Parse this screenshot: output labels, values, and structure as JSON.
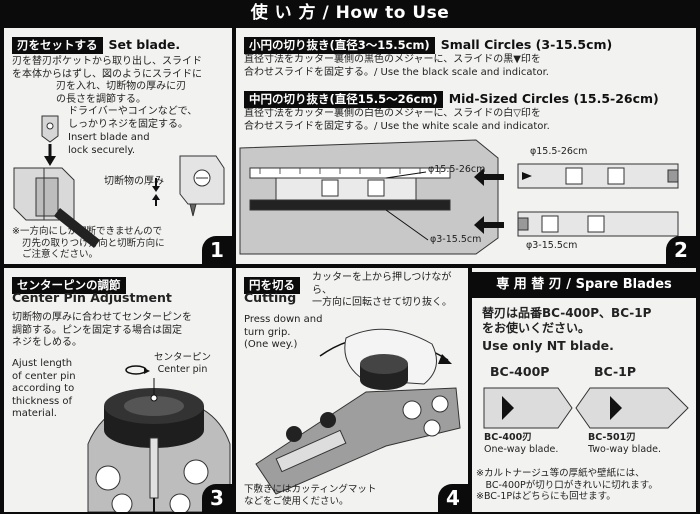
{
  "header": {
    "title": "使 い 方 / How to Use"
  },
  "panel1": {
    "jp_title": "刃をセットする",
    "en_title": "Set blade.",
    "jp_body": [
      "刃を替刃ポケットから取り出し、スライド",
      "を本体からはずし、図のようにスライドに",
      "刃を入れ、切断物の厚みに刃",
      "の長さを調節する。",
      "ドライバーやコインなどで、",
      "しっかりネジを固定する。"
    ],
    "insert_label": [
      "Insert blade and",
      "lock securely."
    ],
    "thickness_label": "切断物の厚み",
    "note": [
      "※一方向にしか切断できませんので",
      "刃先の取りつけ方向と切断方向に",
      "ご注意ください。"
    ],
    "number": "1"
  },
  "panel2": {
    "small_jp": "小円の切り抜き(直径3～15.5cm)",
    "small_en": "Small Circles (3-15.5cm)",
    "small_body": [
      "直径寸法をカッター裏側の黒色のメジャーに、スライドの黒▼印を",
      "合わせスライドを固定する。/ Use the black scale and indicator."
    ],
    "mid_jp": "中円の切り抜き(直径15.5～26cm)",
    "mid_en": "Mid-Sized Circles (15.5-26cm)",
    "mid_body": [
      "直径寸法をカッター裏側の白色のメジャーに、スライドの白▽印を",
      "合わせスライドを固定する。/ Use the white scale and indicator."
    ],
    "label_top": "φ15.5-26cm",
    "label_mid": "φ15.5-26cm",
    "label_low": "φ3-15.5cm",
    "label_bottom": "φ3-15.5cm",
    "number": "2"
  },
  "panel3": {
    "jp_title": "センターピンの調節",
    "en_title": "Center Pin Adjustment",
    "jp_body": [
      "切断物の厚みに合わせてセンターピンを",
      "調節する。ピンを固定する場合は固定",
      "ネジをしめる。"
    ],
    "pin_jp": "センターピン",
    "pin_en": "Center pin",
    "adjust_label": [
      "Ajust length",
      "of center pin",
      "according to",
      "thickness of",
      "material."
    ],
    "number": "3"
  },
  "panel4": {
    "jp_title": "円を切る",
    "en_title": "Cutting",
    "jp_body": [
      "カッターを上から押しつけながら、",
      "一方向に回転させて切り抜く。"
    ],
    "press_label": [
      "Press down and",
      "turn grip.",
      "(One wey.)"
    ],
    "mat_note": [
      "下敷きにはカッティングマット",
      "などをご使用ください。"
    ],
    "number": "4"
  },
  "panel5": {
    "title": "専 用 替 刃 / Spare Blades",
    "body_jp": [
      "替刃は品番BC-400P、BC-1P",
      "をお使いください。"
    ],
    "body_en": "Use only NT blade.",
    "blade1_name": "BC-400P",
    "blade1_code": "BC-400刃",
    "blade1_desc": "One-way blade.",
    "blade2_name": "BC-1P",
    "blade2_code": "BC-501刃",
    "blade2_desc": "Two-way blade.",
    "notes": [
      "※カルトナージュ等の厚紙や壁紙には、",
      "　BC-400Pが切り口がきれいに切れます。",
      "※BC-1Pはどちらにも回せます。"
    ]
  },
  "colors": {
    "background": "#0b0b0b",
    "panel": "#f2f2f0",
    "tag": "#0b0b0b",
    "grip": "#222222",
    "tool_gray": "#b9b9b9"
  }
}
